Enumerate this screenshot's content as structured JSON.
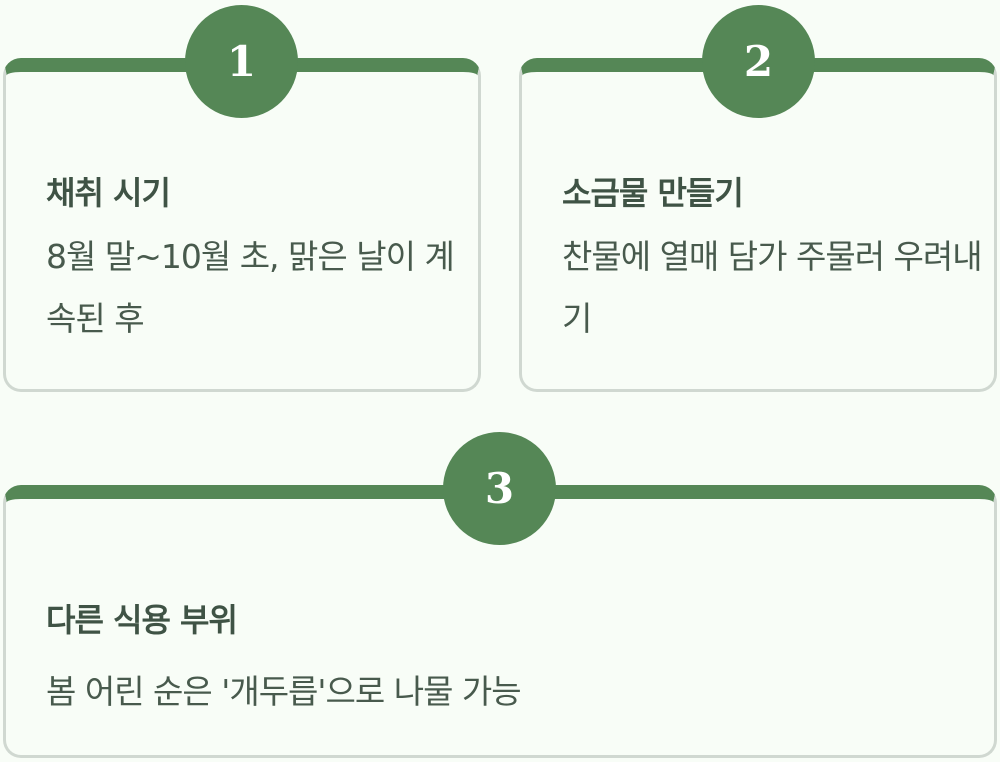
{
  "theme": {
    "accent": "#558756",
    "card_border": "#d0d8d1",
    "background": "#f8fdf7",
    "title_color": "#3f5345",
    "body_color": "#485a4d"
  },
  "cards": [
    {
      "number": "1",
      "title": "채취 시기",
      "body": "8월 말~10월 초, 맑은 날이 계속된 후"
    },
    {
      "number": "2",
      "title": "소금물 만들기",
      "body": "찬물에 열매 담가 주물러 우려내기"
    },
    {
      "number": "3",
      "title": "다른 식용 부위",
      "body": "봄 어린 순은 '개두릅'으로 나물 가능"
    }
  ]
}
